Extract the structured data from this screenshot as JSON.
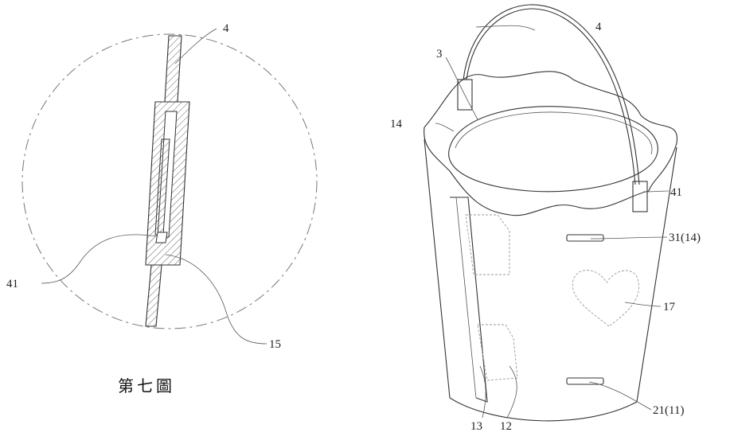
{
  "figure_caption": "第七圖",
  "detail_view": {
    "labels": {
      "handle": "4",
      "hook": "41",
      "slot": "15"
    }
  },
  "bucket_view": {
    "labels": {
      "handle": "4",
      "rim_cover": "3",
      "inner_edge": "14",
      "hook": "41",
      "upper_slot": "31(14)",
      "heart_cutout": "17",
      "lower_slot": "21(11)",
      "flap_edge": "13",
      "flap": "12"
    }
  }
}
